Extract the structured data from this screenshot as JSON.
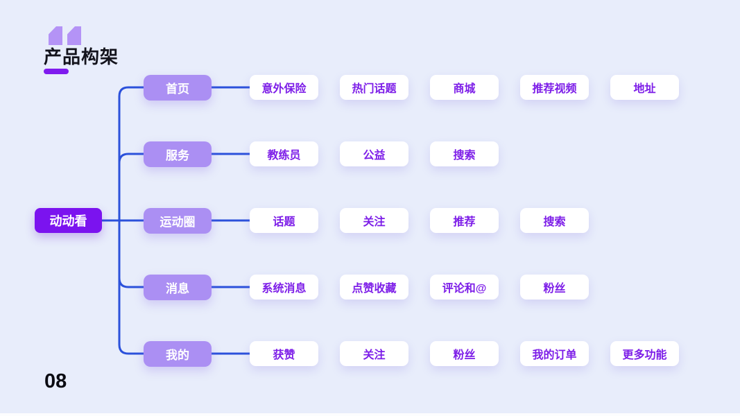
{
  "page": {
    "title": "产品构架",
    "page_number": "08"
  },
  "colors": {
    "background": "#E8EDFB",
    "root_fill": "#7B13EF",
    "branch_fill": "#AB8FF3",
    "leaf_background": "#FFFFFF",
    "leaf_text": "#7D1EE8",
    "connector_line": "#2B51DB",
    "accent_bar": "#7F1BEE",
    "quote_icon": "#B493F6"
  },
  "icons": {
    "quote_icon": "double-quote-marks"
  },
  "mindmap": {
    "root": {
      "label": "动动看"
    },
    "branches": [
      {
        "label": "首页",
        "children": [
          "意外保险",
          "热门话题",
          "商城",
          "推荐视频",
          "地址"
        ]
      },
      {
        "label": "服务",
        "children": [
          "教练员",
          "公益",
          "搜索"
        ]
      },
      {
        "label": "运动圈",
        "children": [
          "话题",
          "关注",
          "推荐",
          "搜索"
        ]
      },
      {
        "label": "消息",
        "children": [
          "系统消息",
          "点赞收藏",
          "评论和@",
          "粉丝"
        ]
      },
      {
        "label": "我的",
        "children": [
          "获赞",
          "关注",
          "粉丝",
          "我的订单",
          "更多功能"
        ]
      }
    ]
  }
}
